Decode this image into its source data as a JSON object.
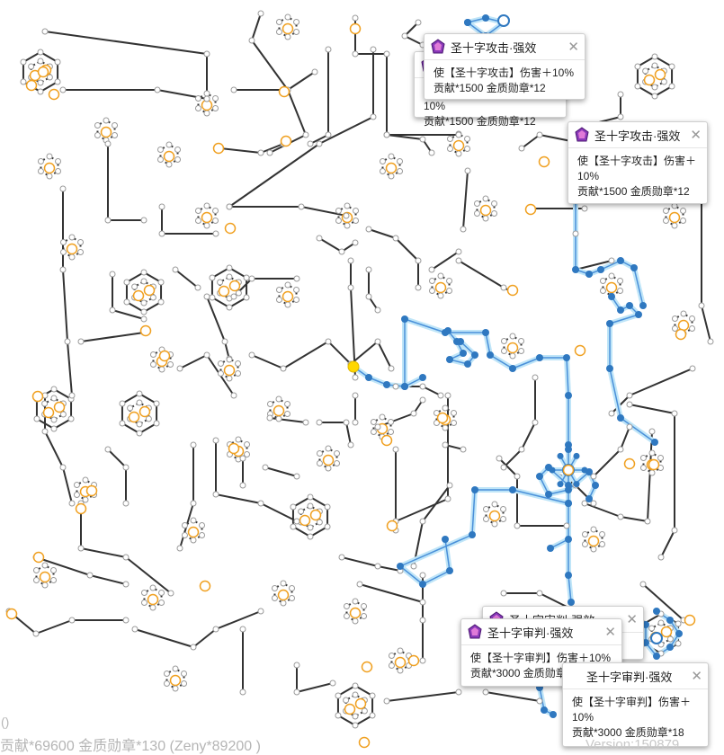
{
  "map": {
    "colors": {
      "edge": "#333333",
      "active_edge": "#4a90d9",
      "active_glow": "#bfe5f8",
      "node_fill": "#ffffff",
      "node_stroke": "#9a9a9a",
      "big_node_stroke": "#f0a020",
      "active_node": "#2f78c0",
      "start_node": "#ffd700"
    }
  },
  "tooltips": [
    {
      "title": "圣十字攻击·强效",
      "desc": "使【圣十字攻击】伤害＋10%",
      "cost": "贡献*1500 金质勋章*12",
      "icon": "skill-gem-icon"
    },
    {
      "title": "圣十字攻击·强效",
      "desc": "使【圣十字攻击】伤害＋10%",
      "cost": "贡献*1500 金质勋章*12",
      "icon": "skill-gem-icon"
    },
    {
      "title": "圣十字审判·强效",
      "desc": "使【圣十字审判】伤害＋10%",
      "cost": "贡献*3000 金质勋章*18",
      "icon": "skill-gem-icon"
    },
    {
      "title": "圣十字审判·强效",
      "desc": "使【圣十字审判】伤害＋10%",
      "cost": "贡献*3000 金质勋章*18",
      "icon": "skill-gem-icon"
    }
  ],
  "status": {
    "paren": "()",
    "totals": "贡献*69600 金质勋章*130 (Zeny*89200 )",
    "version": "Version:150879"
  }
}
